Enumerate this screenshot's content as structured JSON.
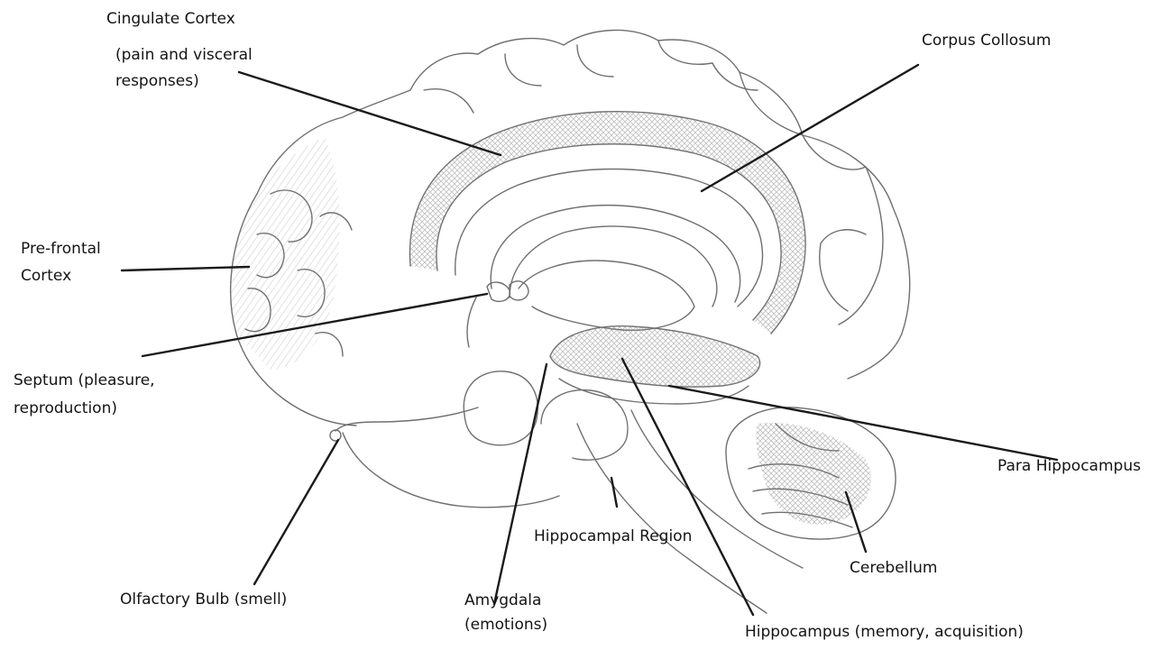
{
  "labels": {
    "cingulate_title": "Cingulate Cortex",
    "cingulate_desc_1": "(pain and visceral",
    "cingulate_desc_2": "responses)",
    "corpus_collosum": "Corpus Collosum",
    "prefrontal_1": "Pre-frontal",
    "prefrontal_2": "Cortex",
    "septum_1": "Septum (pleasure,",
    "septum_2": "reproduction)",
    "para_hippocampus": "Para Hippocampus",
    "hippocampal_region": "Hippocampal Region",
    "cerebellum": "Cerebellum",
    "olfactory_bulb": "Olfactory Bulb (smell)",
    "amygdala_1": "Amygdala",
    "amygdala_2": "(emotions)",
    "hippocampus": "Hippocampus (memory, acquisition)"
  }
}
